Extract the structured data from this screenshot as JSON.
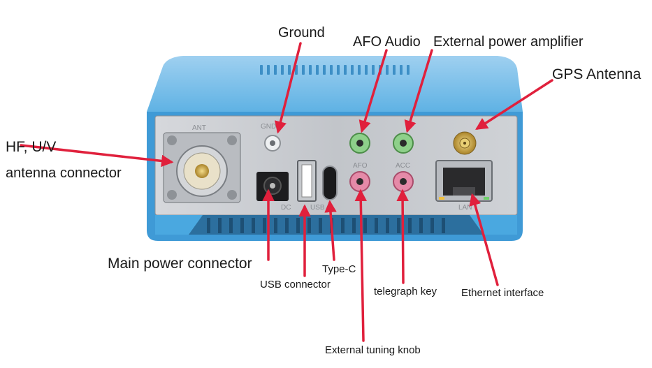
{
  "diagram": {
    "callouts": {
      "ground": "Ground",
      "afo_audio": "AFO Audio",
      "external_power_amplifier": "External power amplifier",
      "gps_antenna": "GPS Antenna",
      "hf_uv_line1": "HF, U/V",
      "hf_uv_line2": "antenna connector",
      "main_power": "Main power connector",
      "type_c": "Type-C",
      "usb_connector": "USB connector",
      "telegraph_key": "telegraph key",
      "ethernet": "Ethernet interface",
      "external_tuning_knob": "External tuning knob"
    },
    "panel_silkscreen": {
      "ant": "ANT",
      "gnd": "GND",
      "afo": "AFO",
      "acc": "ACC",
      "dc": "DC",
      "usb": "USB",
      "lan": "LAN"
    },
    "colors": {
      "arrow": "#e0203c",
      "chassis_blue": "#4aa8e0",
      "panel_silver": "#c9ccd1",
      "jack_green": "#8ed08a",
      "jack_pink": "#e58aa8",
      "sma_gold": "#c9a43a"
    }
  }
}
